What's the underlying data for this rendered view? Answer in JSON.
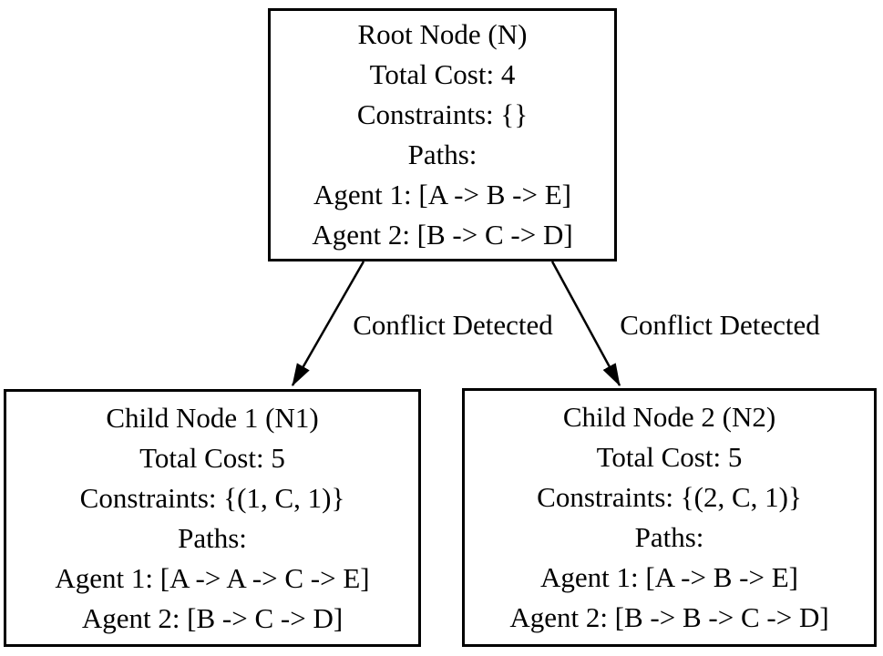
{
  "diagram": {
    "colors": {
      "background": "#ffffff",
      "foreground": "#000000"
    },
    "nodes": [
      {
        "id": "root",
        "title": "Root Node (N)",
        "lines": [
          "Root Node (N)",
          "Total Cost: 4",
          "Constraints: {}",
          "Paths:",
          "Agent 1: [A -> B -> E]",
          "Agent 2: [B -> C -> D]"
        ]
      },
      {
        "id": "child1",
        "title": "Child Node 1 (N1)",
        "lines": [
          "Child Node 1 (N1)",
          "Total Cost: 5",
          "Constraints: {(1, C, 1)}",
          "Paths:",
          "Agent 1: [A -> A -> C -> E]",
          "Agent 2: [B -> C -> D]"
        ]
      },
      {
        "id": "child2",
        "title": "Child Node 2 (N2)",
        "lines": [
          "Child Node 2 (N2)",
          "Total Cost: 5",
          "Constraints: {(2, C, 1)}",
          "Paths:",
          "Agent 1: [A -> B -> E]",
          "Agent 2: [B -> B -> C -> D]"
        ]
      }
    ],
    "edges": [
      {
        "from": "root",
        "to": "child1",
        "label": "Conflict Detected"
      },
      {
        "from": "root",
        "to": "child2",
        "label": "Conflict Detected"
      }
    ]
  }
}
